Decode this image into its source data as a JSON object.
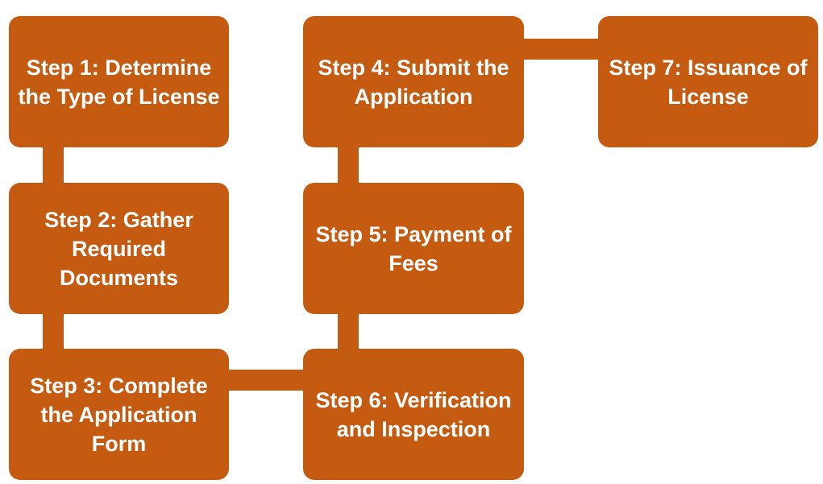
{
  "colors": {
    "step_fill": "#C55A11",
    "connector": "#C55A11",
    "text": "#FFFFFF"
  },
  "steps": [
    {
      "label": "Step 1: Determine the Type of License"
    },
    {
      "label": "Step 2: Gather Required Documents"
    },
    {
      "label": "Step 3: Complete the Application Form"
    },
    {
      "label": "Step 4: Submit the Application"
    },
    {
      "label": "Step 5: Payment of Fees"
    },
    {
      "label": "Step 6: Verification and Inspection"
    },
    {
      "label": "Step 7: Issuance of License"
    }
  ]
}
